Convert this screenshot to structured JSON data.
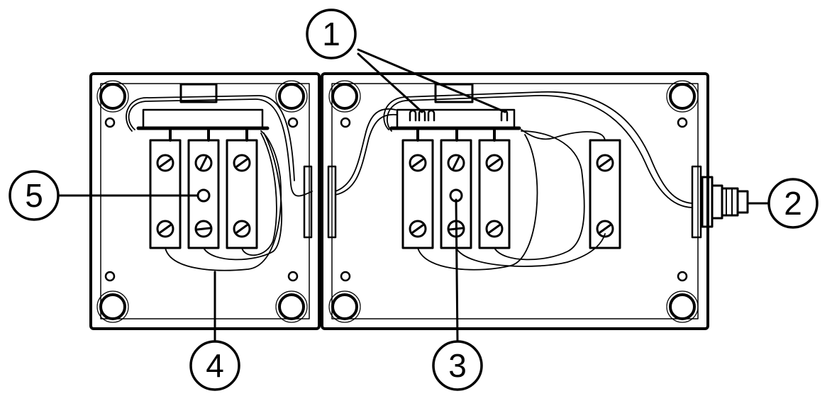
{
  "callouts": {
    "c1": "1",
    "c2": "2",
    "c3": "3",
    "c4": "4",
    "c5": "5"
  },
  "colors": {
    "line": "#000000",
    "background": "#ffffff"
  }
}
